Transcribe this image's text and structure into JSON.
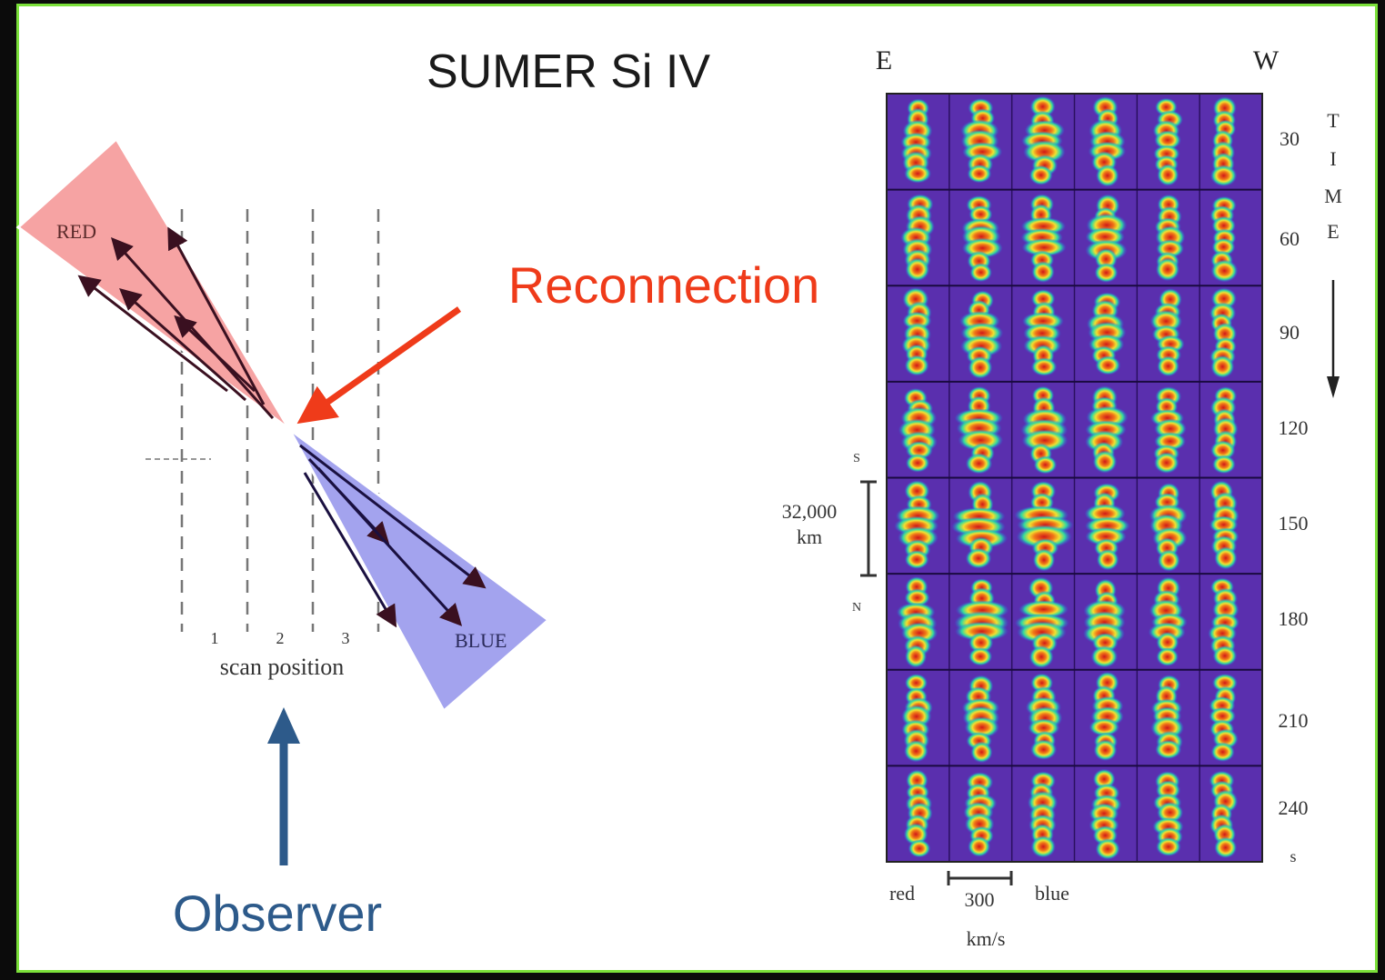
{
  "title": "SUMER Si IV",
  "colors": {
    "background": "#0b0b0b",
    "frame": "#7be03a",
    "reconnection": "#ef3b1a",
    "observer": "#2d5a8a",
    "red_cone": "#f6a3a3",
    "blue_cone": "#a3a3ee",
    "spectra_bg": "#5a2fae"
  },
  "left": {
    "red_label": "RED",
    "blue_label": "BLUE",
    "scan_positions": [
      "1",
      "2",
      "3"
    ],
    "scan_label": "scan position",
    "reconnection_label": "Reconnection",
    "observer_label": "Observer"
  },
  "right": {
    "east": "E",
    "west": "W",
    "time_letters": [
      "T",
      "I",
      "M",
      "E"
    ],
    "time_ticks": [
      "30",
      "60",
      "90",
      "120",
      "150",
      "180",
      "210",
      "240"
    ],
    "time_unit": "s",
    "scale_top": "S",
    "scale_value": "32,000",
    "scale_unit": "km",
    "scale_bottom": "N",
    "vel_red": "red",
    "vel_value": "300",
    "vel_blue": "blue",
    "vel_unit": "km/s",
    "grid_cols": 6,
    "grid_rows": 8
  }
}
